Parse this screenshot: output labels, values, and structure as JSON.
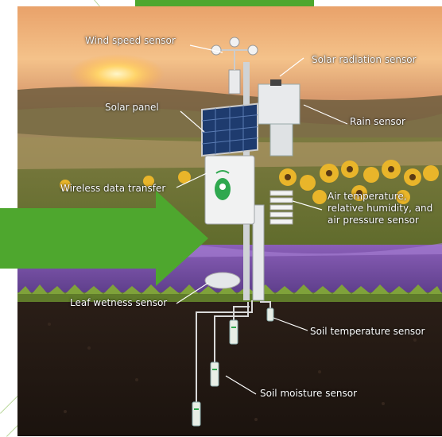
{
  "labels": {
    "wind_speed": "Wind speed sensor",
    "solar_radiation": "Solar radiation sensor",
    "solar_panel": "Solar panel",
    "rain": "Rain sensor",
    "wireless": "Wireless data transfer",
    "air_temp": "Air temperature,\nrelative humidity, and\nair pressure sensor",
    "leaf_wetness": "Leaf wetness sensor",
    "soil_temp": "Soil temperature sensor",
    "soil_moisture": "Soil moisture sensor"
  },
  "colors": {
    "arrow": "#4ea72e",
    "accent_bar": "#4ea72e",
    "deco_lines": "#b9d79a"
  }
}
